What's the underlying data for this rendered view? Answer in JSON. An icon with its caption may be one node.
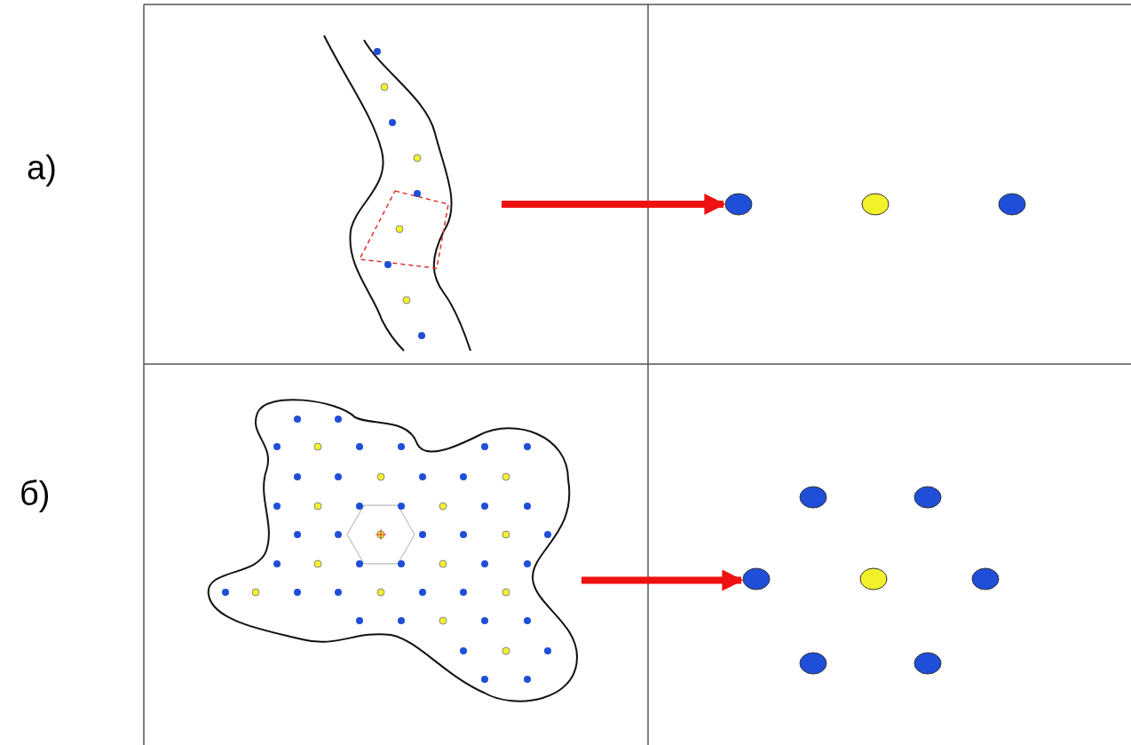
{
  "diagram": {
    "nodes": [
      {
        "text": [],
        "shape": "picture"
      },
      {
        "text": [],
        "shape": "picture"
      },
      {
        "text": [],
        "shape": "picture"
      },
      {
        "text": [],
        "shape": "picture"
      }
    ],
    "edges": [
      {
        "from": 0,
        "to": 1,
        "arrow": "to"
      },
      {
        "from": 2,
        "to": 3,
        "arrow": "to"
      }
    ],
    "labels": [
      "а)",
      "б)"
    ]
  }
}
